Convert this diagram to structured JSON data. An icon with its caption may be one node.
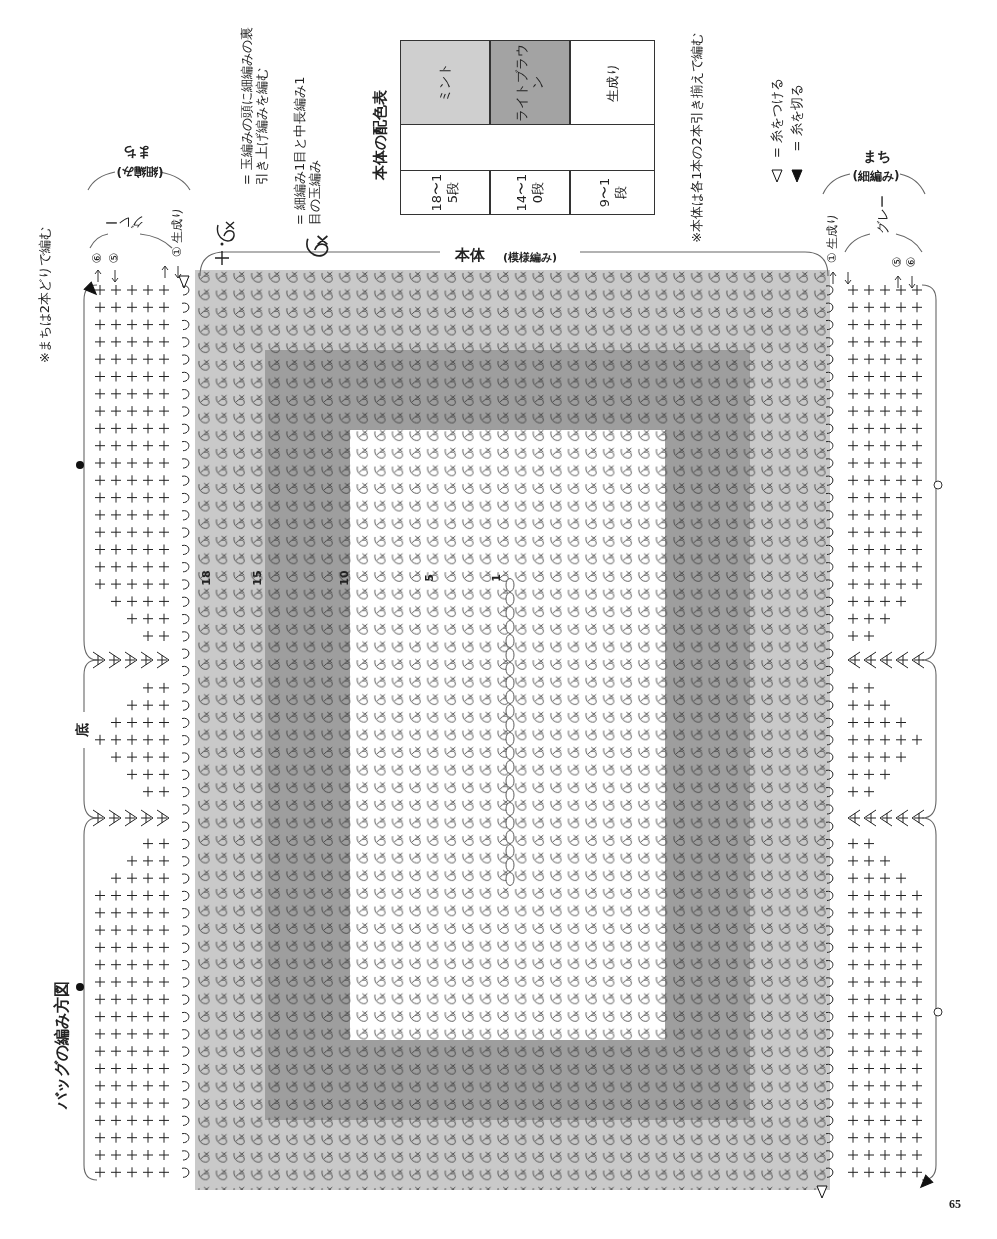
{
  "diagram": {
    "title": "バッグの編み方図",
    "labels": [
      "※まちは2本どりで編む",
      "まち",
      "(細編み)",
      "グレー",
      "⑥",
      "⑤",
      "① 生成り",
      "本体の配色表",
      "18〜15段",
      "ミント",
      "14〜10段",
      "ライトブラウン",
      "9〜1段",
      "生成り",
      "※本体は各1本の2本引き揃えで編む",
      "まち",
      "(細編み)",
      "① 生成り",
      "グレー",
      "⑤",
      "⑥",
      "本体",
      "(模様編み)",
      "底",
      "18",
      "15",
      "10",
      "5",
      "1",
      "65"
    ],
    "legend": [
      {
        "text": "= 玉編みの頭に細編みの裏引き上げ編みを編む"
      },
      {
        "text": "= 細編み1目と中長編み1目の玉編み"
      },
      {
        "text": "= 糸をつける"
      },
      {
        "text": "= 糸を切る"
      }
    ]
  }
}
